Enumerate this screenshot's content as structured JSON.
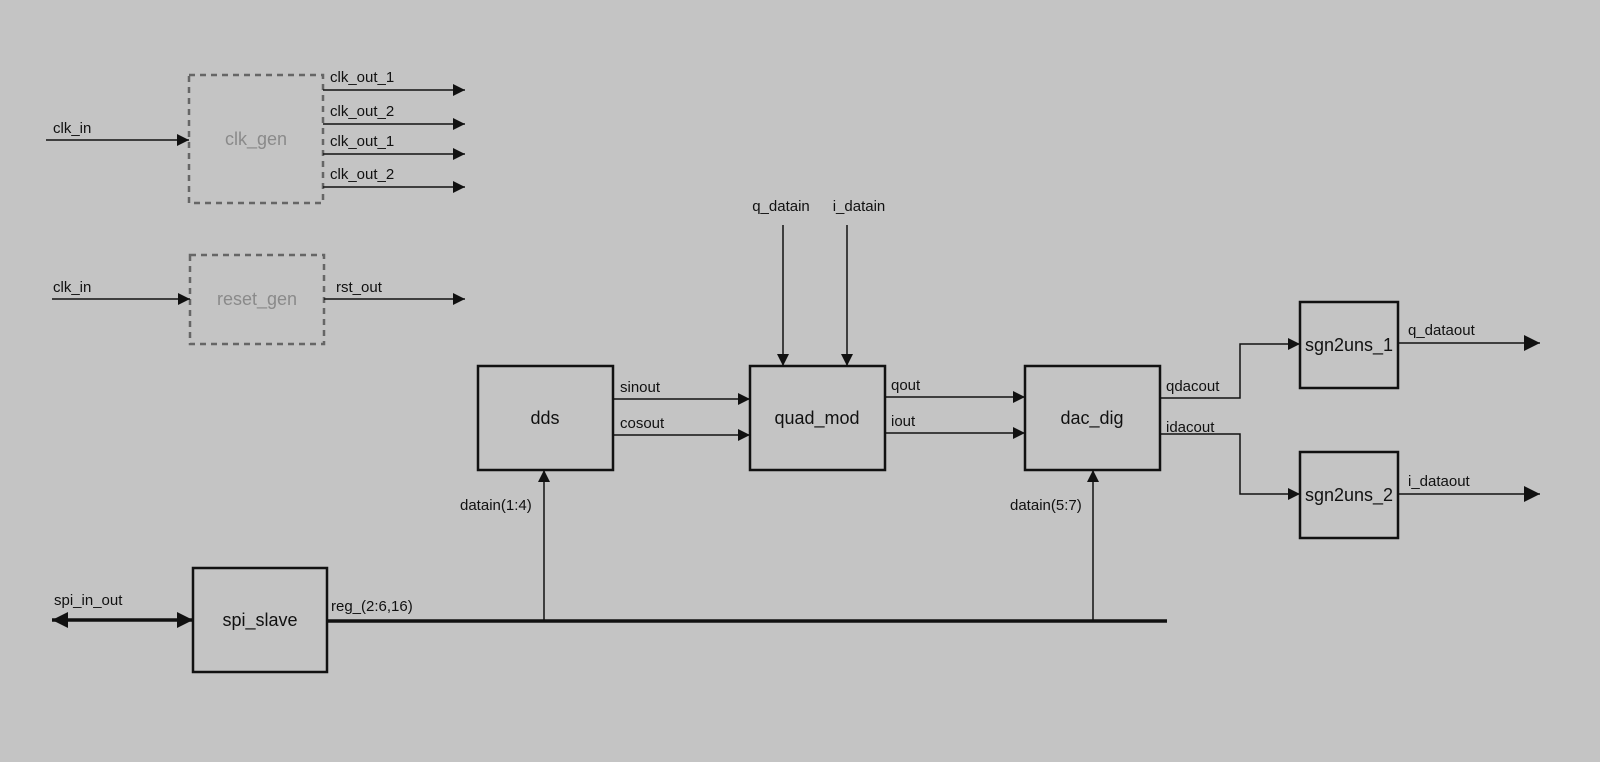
{
  "blocks": {
    "clk_gen": "clk_gen",
    "reset_gen": "reset_gen",
    "dds": "dds",
    "quad_mod": "quad_mod",
    "dac_dig": "dac_dig",
    "sgn2uns_1": "sgn2uns_1",
    "sgn2uns_2": "sgn2uns_2",
    "spi_slave": "spi_slave"
  },
  "signals": {
    "clk_in_1": "clk_in",
    "clk_in_2": "clk_in",
    "clk_out_1a": "clk_out_1",
    "clk_out_2a": "clk_out_2",
    "clk_out_1b": "clk_out_1",
    "clk_out_2b": "clk_out_2",
    "rst_out": "rst_out",
    "q_datain": "q_datain",
    "i_datain": "i_datain",
    "sinout": "sinout",
    "cosout": "cosout",
    "qout": "qout",
    "iout": "iout",
    "qdacout": "qdacout",
    "idacout": "idacout",
    "q_dataout": "q_dataout",
    "i_dataout": "i_dataout",
    "datain_1_4": "datain(1:4)",
    "datain_5_7": "datain(5:7)",
    "spi_in_out": "spi_in_out",
    "reg_bus": "reg_(2:6,16)"
  },
  "colors": {
    "background": "#c4c4c4",
    "line": "#111111",
    "dashed_border": "#666666",
    "ghost_text": "#8a8a8a"
  }
}
